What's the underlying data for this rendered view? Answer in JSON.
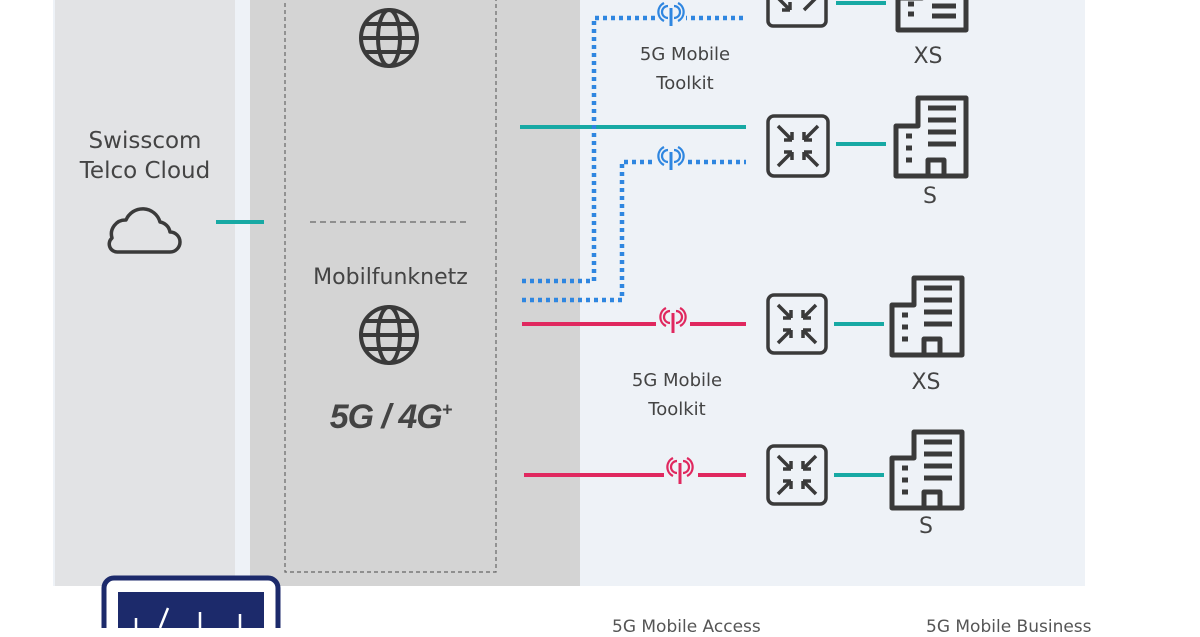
{
  "cloud": {
    "title_line1": "Swisscom",
    "title_line2": "Telco Cloud",
    "icon": "cloud-icon"
  },
  "network": {
    "label": "Mobilfunknetz",
    "tech_label": "5G / 4G",
    "tech_suffix": "+",
    "icon": "globe-icon"
  },
  "toolkit_labels": [
    {
      "line1": "5G Mobile",
      "line2": "Toolkit"
    },
    {
      "line1": "5G Mobile",
      "line2": "Toolkit"
    }
  ],
  "sites": [
    {
      "size": "XS"
    },
    {
      "size": "S"
    },
    {
      "size": "XS"
    },
    {
      "size": "S"
    }
  ],
  "legend": {
    "item1": "5G Mobile Access",
    "item2": "5G Mobile Business"
  },
  "colors": {
    "background": "#eef2f7",
    "cloud_panel": "#e2e3e5",
    "network_panel": "#d4d4d4",
    "teal": "#17a9a4",
    "blue_dotted": "#2f86e0",
    "pink": "#e0285f",
    "icon_dark": "#3a3a3a",
    "legend_box": "#1c2a6b"
  }
}
